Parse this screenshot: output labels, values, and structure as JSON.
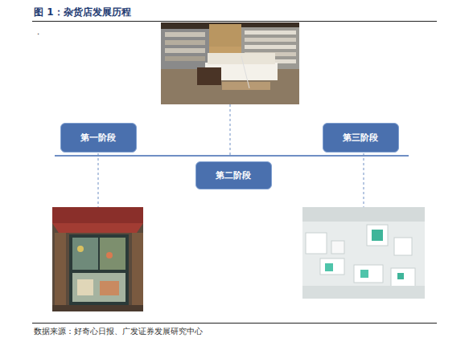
{
  "diagram": {
    "title": "图 1：杂货店发展历程",
    "nodes": [
      {
        "text": [
          "第一阶段"
        ]
      },
      {
        "text": [
          "第二阶段"
        ]
      },
      {
        "text": [
          "第三阶段"
        ]
      }
    ],
    "labels": [
      ".",
      "数据来源：好奇心日报、广发证券发展研究中心"
    ]
  }
}
